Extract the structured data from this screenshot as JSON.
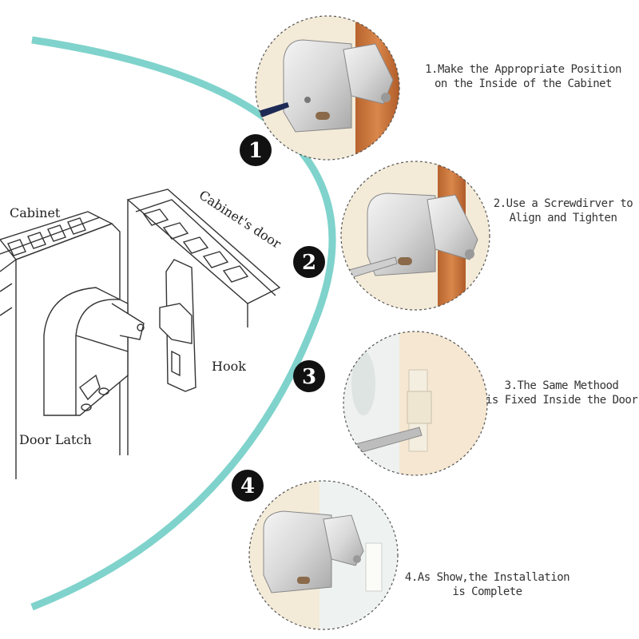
{
  "labels": {
    "cabinet": "Cabinet",
    "cabinets_door": "Cabinet's door",
    "hook": "Hook",
    "door_latch": "Door Latch"
  },
  "steps": [
    {
      "number": "1",
      "line1": "1.Make the Appropriate Position",
      "line2": "on the Inside of the Cabinet"
    },
    {
      "number": "2",
      "line1": "2.Use a Screwdirver to",
      "line2": "Align and Tighten"
    },
    {
      "number": "3",
      "line1": "3.The Same Methood",
      "line2": "is Fixed Inside the Door"
    },
    {
      "number": "4",
      "line1": "4.As Show,the Installation",
      "line2": "is Complete"
    }
  ],
  "colors": {
    "arc": "#7fd3cc",
    "badge": "#111111",
    "wood": "#c8753e",
    "latch_metal": "#d9d9d9",
    "background_cream": "#f6eedc"
  }
}
